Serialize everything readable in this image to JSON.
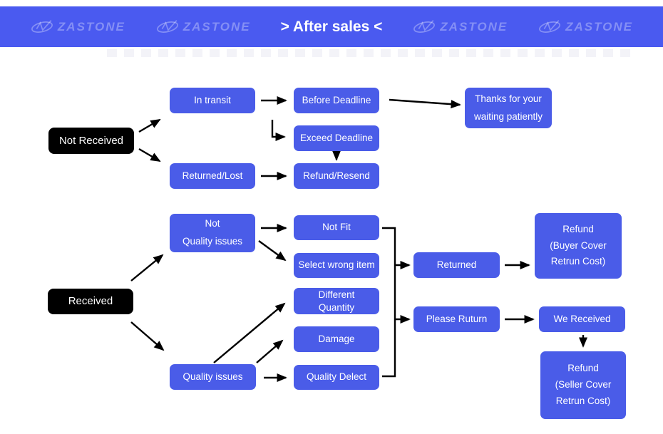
{
  "banner": {
    "logo_text": "ZASTONE",
    "title": "> After sales <"
  },
  "colors": {
    "banner_blue": "#4a5af0",
    "box_blue": "#4a5ce8",
    "box_black": "#000000",
    "arrow_black": "#000000",
    "logo_tint": "rgba(255,255,255,0.32)"
  },
  "nodes": {
    "not_received": {
      "label": "Not Received"
    },
    "in_transit": {
      "label": "In transit"
    },
    "returned_lost": {
      "label": "Returned/Lost"
    },
    "before_deadline": {
      "label": "Before Deadline"
    },
    "exceed_deadline": {
      "label": "Exceed Deadline"
    },
    "refund_resend": {
      "label": "Refund/Resend"
    },
    "thanks_waiting": {
      "label": "Thanks for your\nwaiting patiently"
    },
    "received": {
      "label": "Received"
    },
    "not_quality_issues": {
      "label": "Not\nQuality issues"
    },
    "quality_issues": {
      "label": "Quality issues"
    },
    "not_fit": {
      "label": "Not Fit"
    },
    "select_wrong_item": {
      "label": "Select wrong item"
    },
    "different_quantity": {
      "label": "Different\nQuantity"
    },
    "damage": {
      "label": "Damage"
    },
    "quality_delect": {
      "label": "Quality Delect"
    },
    "returned": {
      "label": "Returned"
    },
    "refund_buyer": {
      "label": "Refund\n(Buyer Cover\nRetrun Cost)"
    },
    "please_ruturn": {
      "label": "Please Ruturn"
    },
    "we_received": {
      "label": "We Received"
    },
    "refund_seller": {
      "label": "Refund\n(Seller Cover\nRetrun Cost)"
    }
  },
  "edges": [
    {
      "from": "not_received",
      "to": "in_transit"
    },
    {
      "from": "not_received",
      "to": "returned_lost"
    },
    {
      "from": "in_transit",
      "to": "before_deadline"
    },
    {
      "from": "in_transit",
      "to": "exceed_deadline"
    },
    {
      "from": "before_deadline",
      "to": "thanks_waiting"
    },
    {
      "from": "exceed_deadline",
      "to": "refund_resend"
    },
    {
      "from": "returned_lost",
      "to": "refund_resend"
    },
    {
      "from": "received",
      "to": "not_quality_issues"
    },
    {
      "from": "received",
      "to": "quality_issues"
    },
    {
      "from": "not_quality_issues",
      "to": "not_fit"
    },
    {
      "from": "not_quality_issues",
      "to": "select_wrong_item"
    },
    {
      "from": "quality_issues",
      "to": "different_quantity"
    },
    {
      "from": "quality_issues",
      "to": "damage"
    },
    {
      "from": "quality_issues",
      "to": "quality_delect"
    },
    {
      "from": "issues_group",
      "to": "returned"
    },
    {
      "from": "issues_group",
      "to": "please_ruturn"
    },
    {
      "from": "returned",
      "to": "refund_buyer"
    },
    {
      "from": "please_ruturn",
      "to": "we_received"
    },
    {
      "from": "we_received",
      "to": "refund_seller"
    }
  ]
}
